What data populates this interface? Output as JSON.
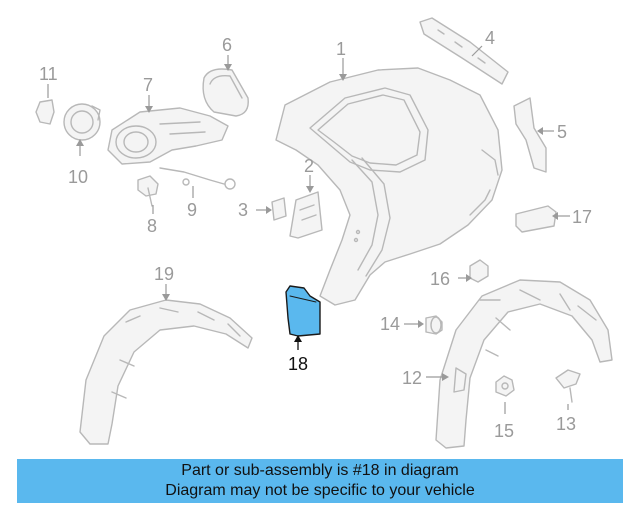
{
  "labels": {
    "p1": "1",
    "p2": "2",
    "p3": "3",
    "p4": "4",
    "p5": "5",
    "p6": "6",
    "p7": "7",
    "p8": "8",
    "p9": "9",
    "p10": "10",
    "p11": "11",
    "p12": "12",
    "p13": "13",
    "p14": "14",
    "p15": "15",
    "p16": "16",
    "p17": "17",
    "p18": "18",
    "p19": "19"
  },
  "highlight_part": "18",
  "colors": {
    "highlight": "#5ab8ee",
    "line": "#b8b8b8",
    "label": "#9a9a9a"
  },
  "banner": {
    "line1": "Part or sub-assembly is #18 in diagram",
    "line2": "Diagram may not be specific to your vehicle"
  }
}
